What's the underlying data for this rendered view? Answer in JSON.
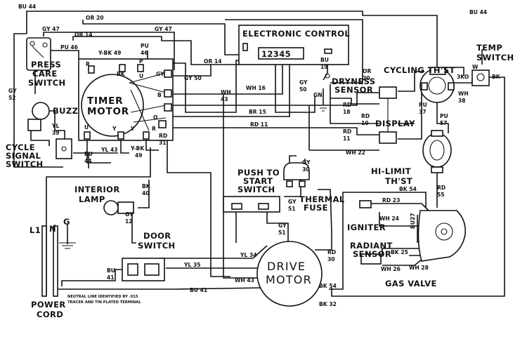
{
  "components": {
    "electronic_control": "ELECTRONIC CONTROL",
    "control_terminals": "12345",
    "press_care_switch": [
      "PRESS",
      "CARE",
      "SWITCH"
    ],
    "buzzer": "BUZZER",
    "cycle_signal_switch": [
      "CYCLE",
      "SIGNAL",
      "SWITCH"
    ],
    "timer_motor": [
      "TIMER",
      "MOTOR"
    ],
    "dryness_sensor": [
      "DRYNESS",
      "SENSOR"
    ],
    "cycling_thermostat": "CYCLING TH'ST",
    "temp_switch": [
      "TEMP",
      "SWITCH"
    ],
    "display": "DISPLAY",
    "hi_limit_thermostat": [
      "HI-LIMIT",
      "TH'ST"
    ],
    "push_to_start_switch": [
      "PUSH TO",
      "START",
      "SWITCH"
    ],
    "thermal_fuse": [
      "THERMAL",
      "FUSE"
    ],
    "interior_lamp": [
      "INTERIOR",
      "LAMP"
    ],
    "door_switch": [
      "DOOR",
      "SWITCH"
    ],
    "drive_motor": [
      "DRIVE",
      "MOTOR"
    ],
    "igniter": "IGNITER",
    "radiant_sensor": [
      "RADIANT",
      "SENSOR"
    ],
    "gas_valve": "GAS VALVE",
    "power_cord": [
      "POWER",
      "CORD"
    ]
  },
  "terminals": {
    "L1": "L1",
    "N": "N",
    "G": "G",
    "gn": "GN",
    "timer_r": "R",
    "timer_bk": "BK",
    "timer_p": "P",
    "timer_u": "U",
    "timer_gy": "GY",
    "timer_b": "B",
    "timer_u2": "U",
    "timer_y": "Y",
    "timer_y2": "Y",
    "timer_o": "O",
    "timer_r2": "R",
    "temp_3ko": "3KO",
    "temp_w": "W",
    "temp_bk": "BK"
  },
  "wires": {
    "bu44_top_left": "BU 44",
    "bu44_top_right": "BU 44",
    "or20_top": "OR 20",
    "gy47_left": "GY 47",
    "gy47_right": "GY 47",
    "or14_top": "OR 14",
    "pu46_left": "PU 46",
    "ybk49_top": "Y-BK 49",
    "pu46_box": [
      "PU",
      "46"
    ],
    "or14_mid": "OR 14",
    "gy52": [
      "GY",
      "52"
    ],
    "yl39": [
      "YL",
      "39"
    ],
    "gy50_timer": "GY 50",
    "wh16": "WH 16",
    "wh43_v": [
      "WH",
      "43"
    ],
    "gy50_v": [
      "GY",
      "50"
    ],
    "bu19": [
      "BU",
      "19"
    ],
    "or20_right": [
      "OR",
      "20"
    ],
    "rd18": [
      "RD",
      "18"
    ],
    "br15": "BR 15",
    "rd10": [
      "RD",
      "10"
    ],
    "rd11_h": "RD 11",
    "rd11": [
      "RD",
      "11"
    ],
    "wh22": "WH 22",
    "wh38": [
      "WH",
      "38"
    ],
    "pu37": [
      "PU",
      "37"
    ],
    "pu57_top": [
      "PU",
      "57"
    ],
    "yl43": "YL 43",
    "ybk49_bot": [
      "Y-BK",
      "49"
    ],
    "bu44_bot": [
      "BU",
      "44"
    ],
    "rd31": [
      "RD",
      "31"
    ],
    "gy30": [
      "GY",
      "30"
    ],
    "bk40": [
      "BK",
      "40"
    ],
    "gy12": [
      "GY",
      "12"
    ],
    "rd55": [
      "RD",
      "55"
    ],
    "bk54_top": "BK 54",
    "rd23": "RD 23",
    "wh24": "WH 24",
    "bu27": "BU27",
    "bk25": "BK 25",
    "wh26": "WH 26",
    "wh28": "WH 28",
    "gy51_a": [
      "GY",
      "51"
    ],
    "gy51_b": [
      "GY",
      "51"
    ],
    "yl34": "YL 34",
    "rd30": [
      "RD",
      "30"
    ],
    "yl35": "YL 35",
    "bu41_a": [
      "BU",
      "41"
    ],
    "wh43": "WH 43",
    "bu41_b": "BU 41",
    "bk54_bot": "BK 54",
    "bk32": "BK 32"
  },
  "note": [
    "NEUTRAL LINE IDENTIFIED BY .015",
    "TRACER AND TIN PLATED TERMINAL"
  ]
}
